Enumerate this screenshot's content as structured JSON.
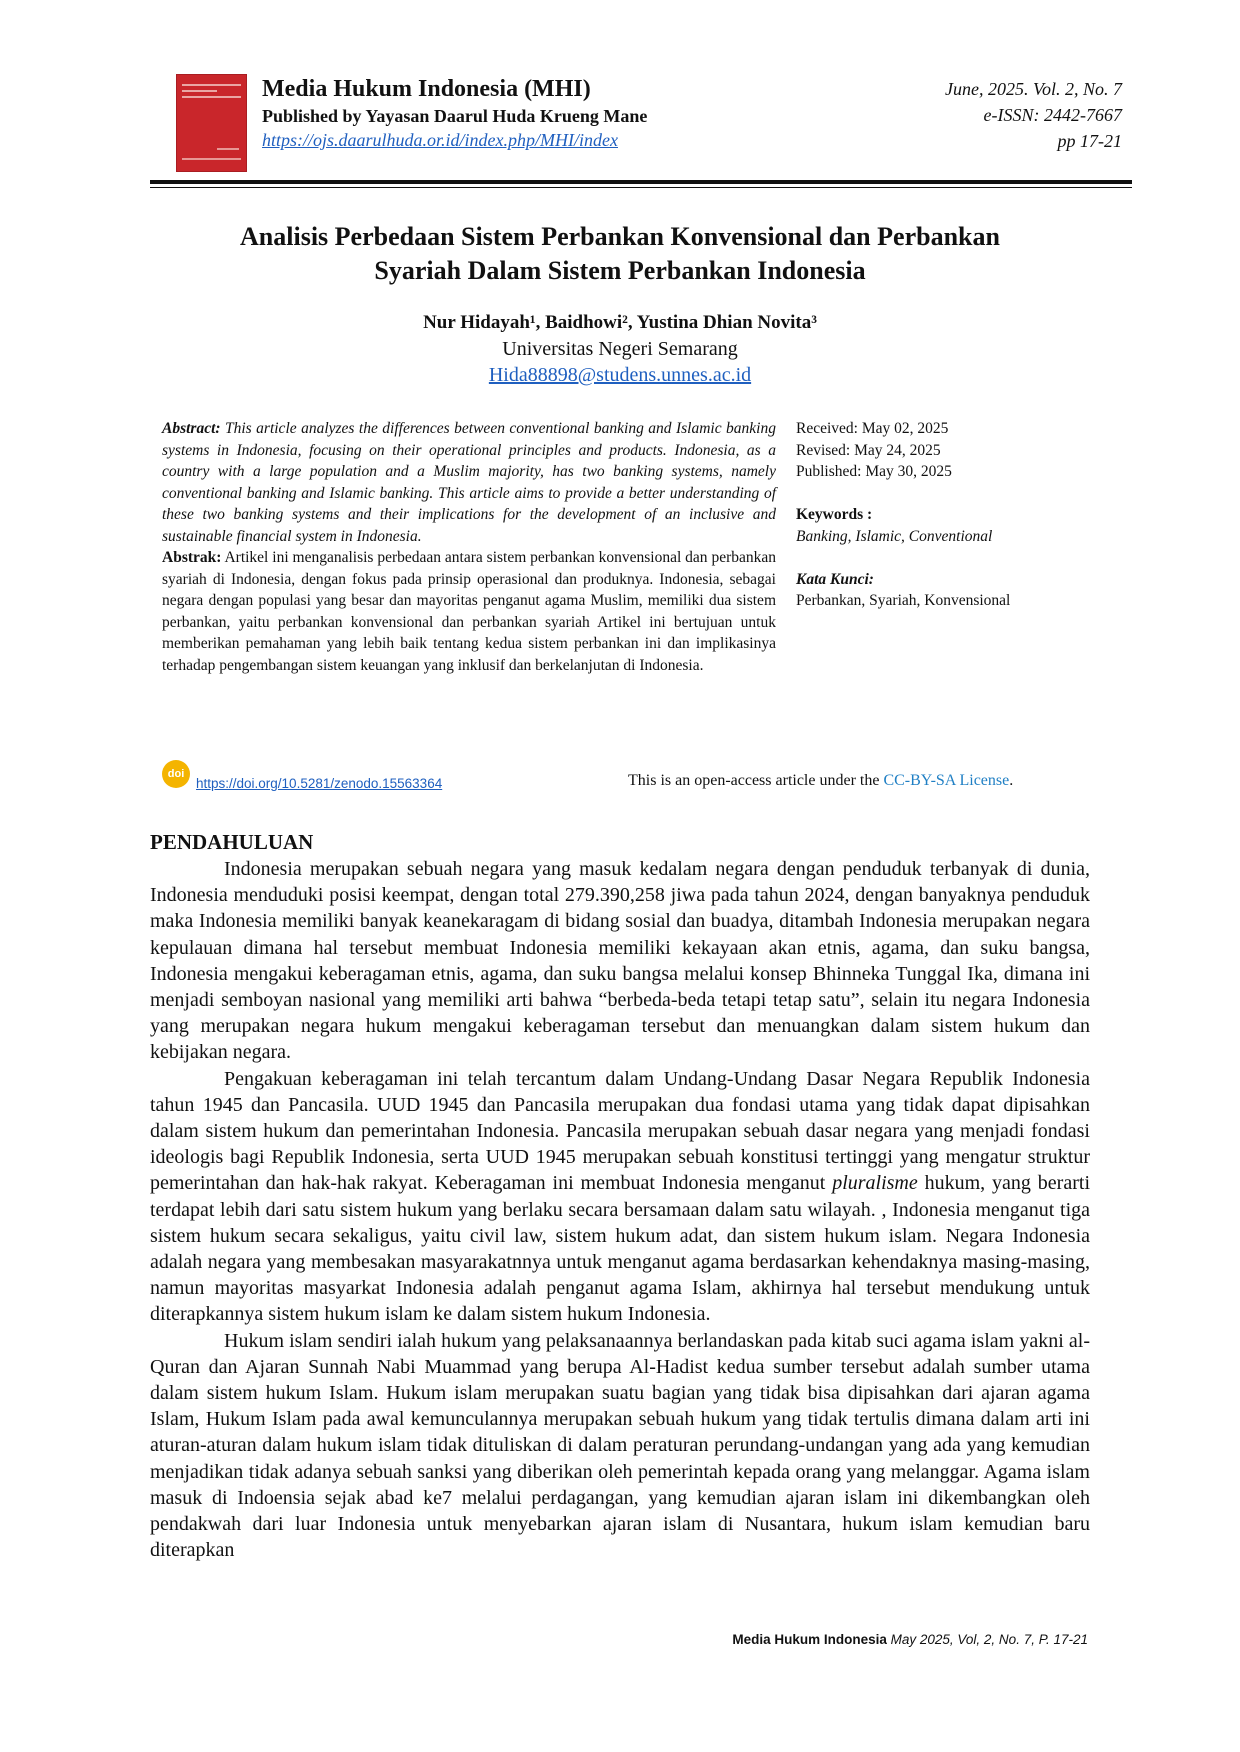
{
  "header": {
    "journal_name": "Media Hukum Indonesia (MHI)",
    "publisher": "Published by Yayasan Daarul Huda Krueng Mane",
    "url": "https://ojs.daarulhuda.or.id/index.php/MHI/index",
    "issue": "June, 2025. Vol. 2, No. 7",
    "issn": "e-ISSN: 2442-7667",
    "pages": "pp 17-21"
  },
  "article": {
    "title_line1": "Analisis Perbedaan Sistem Perbankan Konvensional dan Perbankan",
    "title_line2": "Syariah Dalam Sistem Perbankan Indonesia",
    "authors": "Nur Hidayah¹, Baidhowi², Yustina Dhian Novita³",
    "affiliation": "Universitas Negeri Semarang",
    "email": "Hida88898@studens.unnes.ac.id"
  },
  "abstract": {
    "en_label": "Abstract:",
    "en_text": " This article analyzes the differences between conventional banking and Islamic banking systems in Indonesia, focusing on their operational principles and products. Indonesia, as a country with a large population and a Muslim majority, has two banking systems, namely conventional banking and Islamic banking. This article aims to provide a better understanding of these two banking systems and their implications for the development of an inclusive and sustainable financial system in Indonesia.",
    "id_label": "Abstrak:",
    "id_text": " Artikel ini menganalisis perbedaan antara sistem perbankan konvensional dan perbankan syariah di Indonesia, dengan fokus pada prinsip operasional dan produknya. Indonesia, sebagai negara dengan populasi yang besar dan mayoritas penganut agama Muslim, memiliki dua sistem perbankan, yaitu perbankan konvensional dan perbankan syariah Artikel ini bertujuan untuk memberikan pemahaman yang lebih baik tentang kedua sistem perbankan ini dan implikasinya terhadap pengembangan sistem keuangan yang inklusif dan berkelanjutan di Indonesia."
  },
  "history": {
    "received": "Received: May 02, 2025",
    "revised": "Revised: May 24, 2025",
    "published": "Published: May 30, 2025"
  },
  "keywords": {
    "en_label": "Keywords :",
    "en": "Banking, Islamic, Conventional",
    "id_label": "Kata Kunci:",
    "id": "Perbankan, Syariah, Konvensional"
  },
  "doi": {
    "icon_text": "doi",
    "link": "https://doi.org/10.5281/zenodo.15563364",
    "oa_prefix": "This is an open-access article under the ",
    "license": "CC-BY-SA License",
    "oa_suffix": "."
  },
  "body": {
    "heading": "PENDAHULUAN",
    "p1": "Indonesia merupakan sebuah negara yang masuk kedalam negara dengan penduduk terbanyak di dunia, Indonesia menduduki posisi keempat, dengan total 279.390,258 jiwa pada tahun 2024, dengan banyaknya penduduk maka Indonesia memiliki banyak keanekaragam di bidang sosial dan buadya, ditambah Indonesia merupakan negara kepulauan dimana hal tersebut membuat Indonesia memiliki kekayaan akan etnis, agama, dan suku bangsa, Indonesia mengakui keberagaman etnis, agama, dan suku bangsa melalui konsep Bhinneka Tunggal Ika, dimana ini menjadi semboyan nasional yang memiliki arti bahwa “berbeda-beda tetapi tetap satu”, selain itu negara Indonesia yang merupakan negara hukum mengakui keberagaman tersebut dan menuangkan dalam sistem hukum dan kebijakan negara.",
    "p2_a": "Pengakuan keberagaman ini telah tercantum dalam Undang-Undang Dasar Negara Republik Indonesia tahun 1945 dan Pancasila. UUD 1945 dan Pancasila merupakan dua fondasi utama yang tidak dapat dipisahkan dalam sistem hukum dan pemerintahan Indonesia. Pancasila merupakan sebuah dasar negara yang menjadi fondasi ideologis bagi Republik Indonesia, serta UUD 1945 merupakan sebuah konstitusi tertinggi yang mengatur struktur pemerintahan dan hak-hak rakyat. Keberagaman ini membuat Indonesia menganut ",
    "p2_em": "pluralisme",
    "p2_b": " hukum, yang berarti terdapat lebih dari satu sistem hukum yang berlaku secara bersamaan dalam satu wilayah. , Indonesia menganut tiga sistem hukum secara sekaligus, yaitu civil law, sistem hukum adat, dan sistem hukum islam. Negara Indonesia adalah negara yang membesakan masyarakatnnya untuk menganut agama berdasarkan kehendaknya masing-masing, namun mayoritas masyarkat Indonesia adalah penganut  agama Islam, akhirnya hal tersebut mendukung untuk diterapkannya sistem hukum islam ke dalam sistem hukum Indonesia.",
    "p3": "Hukum islam sendiri ialah hukum yang pelaksanaannya berlandaskan pada kitab suci agama islam yakni al-Quran dan Ajaran Sunnah Nabi Muammad yang berupa Al-Hadist kedua sumber tersebut adalah sumber utama dalam sistem hukum Islam. Hukum islam merupakan suatu bagian yang tidak bisa dipisahkan dari ajaran agama Islam, Hukum Islam pada awal kemunculannya merupakan sebuah hukum yang tidak tertulis dimana dalam arti ini aturan-aturan dalam hukum islam tidak dituliskan di dalam peraturan perundang-undangan yang ada yang kemudian menjadikan tidak adanya sebuah sanksi yang diberikan oleh pemerintah kepada orang yang melanggar. Agama islam masuk di Indoensia sejak abad ke7 melalui perdagangan, yang kemudian ajaran islam ini dikembangkan oleh pendakwah dari luar Indonesia untuk menyebarkan ajaran islam di Nusantara, hukum islam kemudian baru diterapkan"
  },
  "footer": {
    "journal": "Media Hukum Indonesia",
    "info": " May 2025, Vol, 2, No. 7, P. 17-21"
  }
}
